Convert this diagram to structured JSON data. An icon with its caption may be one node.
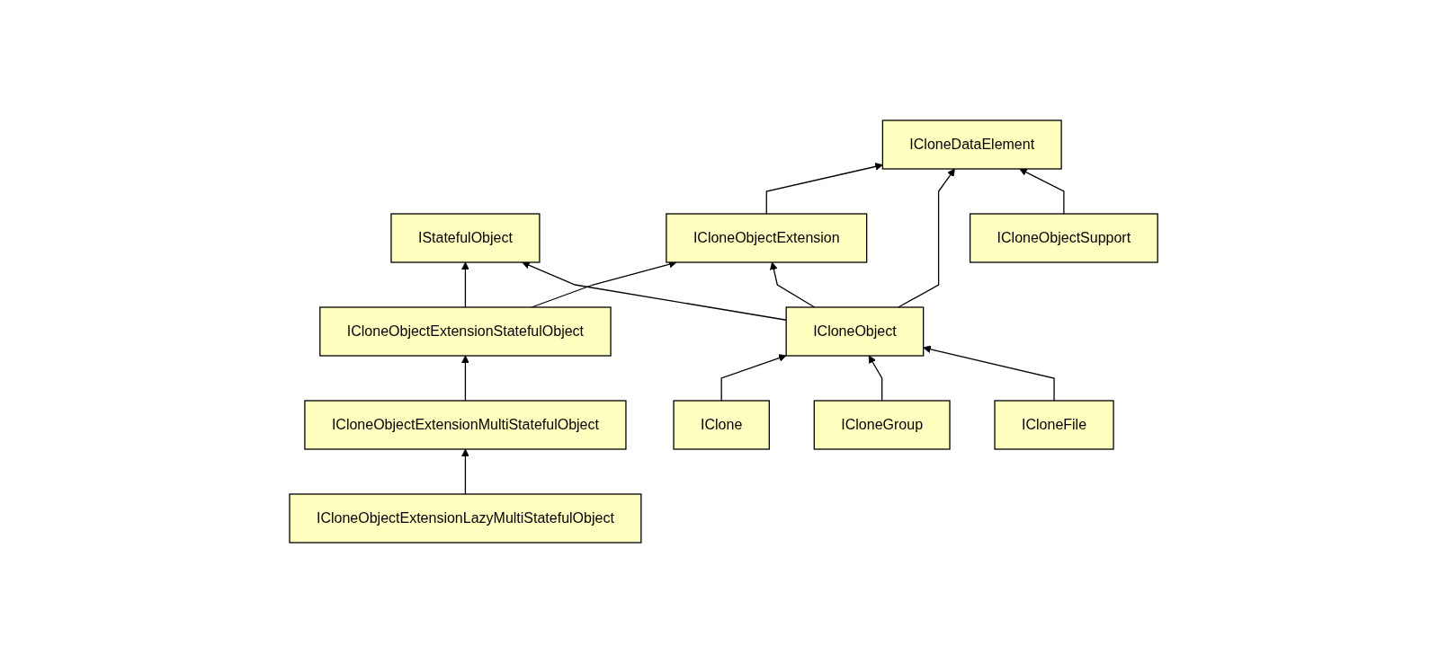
{
  "diagram": {
    "nodes": [
      {
        "text": [
          "ICloneDataElement"
        ]
      },
      {
        "text": [
          "IStatefulObject"
        ]
      },
      {
        "text": [
          "ICloneObjectSupport"
        ]
      },
      {
        "text": [
          "ICloneObject"
        ]
      },
      {
        "text": [
          "ICloneObjectExtension"
        ]
      },
      {
        "text": [
          "ICloneFile"
        ]
      },
      {
        "text": [
          "ICloneGroup"
        ]
      },
      {
        "text": [
          "IClone"
        ]
      },
      {
        "text": [
          "ICloneObjectExtensionStatefulObject"
        ]
      },
      {
        "text": [
          "ICloneObjectExtensionMultiStatefulObject"
        ]
      },
      {
        "text": [
          "ICloneObjectExtensionLazyMultiStatefulObject"
        ]
      }
    ],
    "edges": [
      {
        "from": 2,
        "to": 0,
        "arrow": "to"
      },
      {
        "from": 3,
        "to": 0,
        "arrow": "to"
      },
      {
        "from": 4,
        "to": 0,
        "arrow": "to"
      },
      {
        "from": 3,
        "to": 1,
        "arrow": "to"
      },
      {
        "from": 3,
        "to": 4,
        "arrow": "to"
      },
      {
        "from": 5,
        "to": 3,
        "arrow": "to"
      },
      {
        "from": 6,
        "to": 3,
        "arrow": "to"
      },
      {
        "from": 7,
        "to": 3,
        "arrow": "to"
      },
      {
        "from": 8,
        "to": 4,
        "arrow": "to"
      },
      {
        "from": 8,
        "to": 1,
        "arrow": "to"
      },
      {
        "from": 9,
        "to": 8,
        "arrow": "to"
      },
      {
        "from": 10,
        "to": 9,
        "arrow": "to"
      }
    ]
  }
}
